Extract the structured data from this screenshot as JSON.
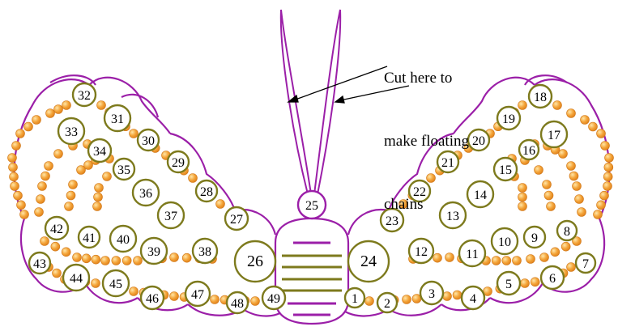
{
  "annotation": {
    "line1": "Cut here to",
    "line2": "make floating",
    "line3": "chains"
  },
  "colors": {
    "outline_purple": "#9b1fa8",
    "ring_olive": "#7d7a1d",
    "bead_orange": "#f0a030",
    "bead_highlight": "#ffe6a8",
    "ring_fill": "#ffffff"
  },
  "rings": [
    {
      "label": "1"
    },
    {
      "label": "2"
    },
    {
      "label": "3"
    },
    {
      "label": "4"
    },
    {
      "label": "5"
    },
    {
      "label": "6"
    },
    {
      "label": "7"
    },
    {
      "label": "8"
    },
    {
      "label": "9"
    },
    {
      "label": "10"
    },
    {
      "label": "11"
    },
    {
      "label": "12"
    },
    {
      "label": "13"
    },
    {
      "label": "14"
    },
    {
      "label": "15"
    },
    {
      "label": "16"
    },
    {
      "label": "17"
    },
    {
      "label": "18"
    },
    {
      "label": "19"
    },
    {
      "label": "20"
    },
    {
      "label": "21"
    },
    {
      "label": "22"
    },
    {
      "label": "23"
    },
    {
      "label": "24"
    },
    {
      "label": "25"
    },
    {
      "label": "26"
    },
    {
      "label": "27"
    },
    {
      "label": "28"
    },
    {
      "label": "29"
    },
    {
      "label": "30"
    },
    {
      "label": "31"
    },
    {
      "label": "32"
    },
    {
      "label": "33"
    },
    {
      "label": "34"
    },
    {
      "label": "35"
    },
    {
      "label": "36"
    },
    {
      "label": "37"
    },
    {
      "label": "38"
    },
    {
      "label": "39"
    },
    {
      "label": "40"
    },
    {
      "label": "41"
    },
    {
      "label": "42"
    },
    {
      "label": "43"
    },
    {
      "label": "44"
    },
    {
      "label": "45"
    },
    {
      "label": "46"
    },
    {
      "label": "47"
    },
    {
      "label": "48"
    },
    {
      "label": "49"
    }
  ]
}
